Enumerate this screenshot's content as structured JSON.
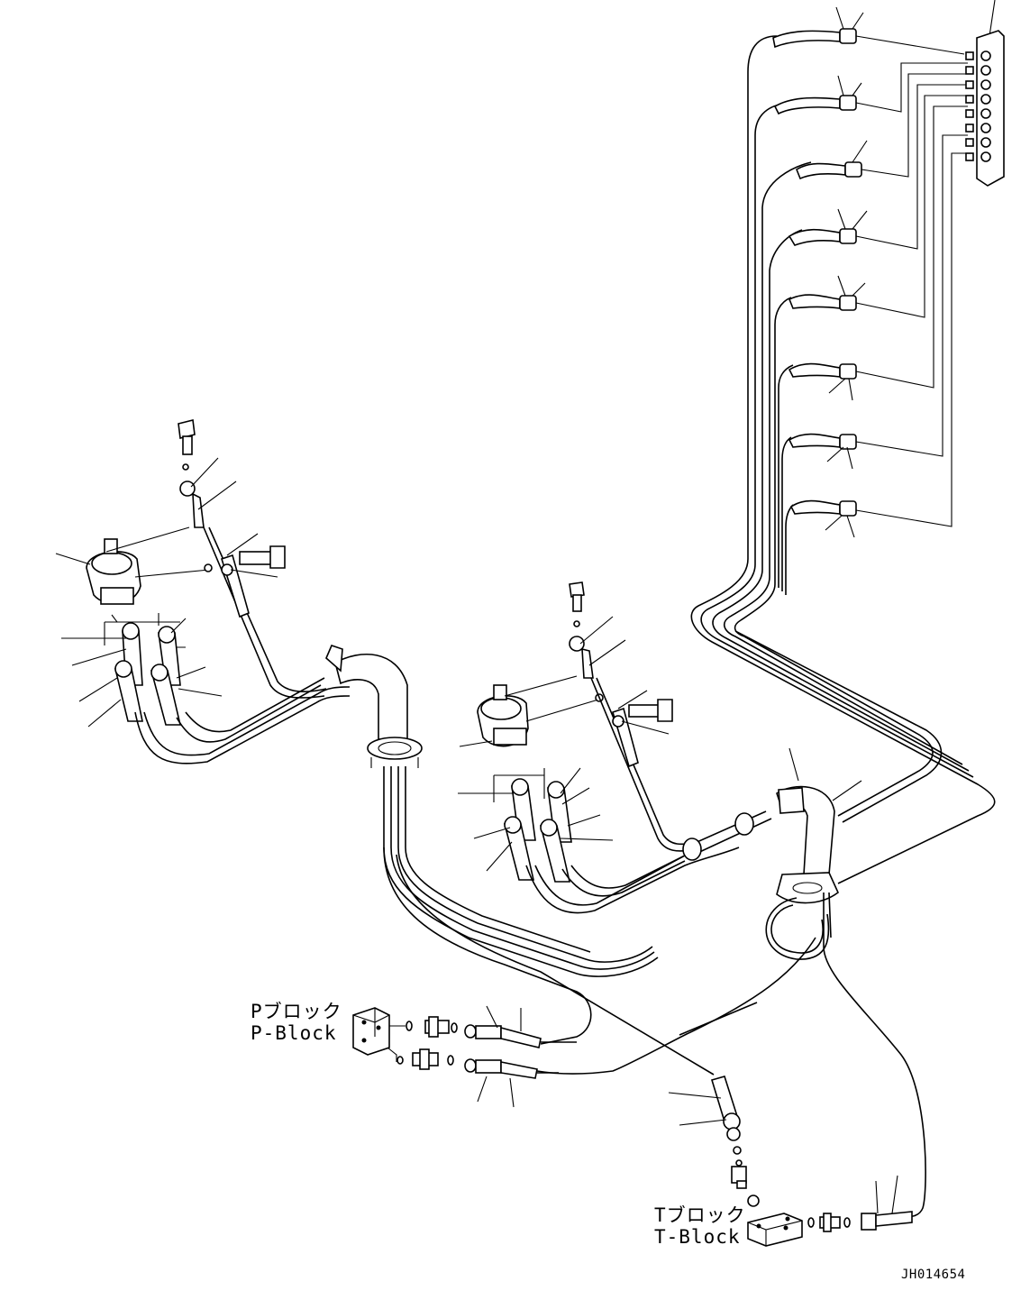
{
  "labels": {
    "p_block_jp": "Pブロック",
    "p_block_en": "P-Block",
    "t_block_jp": "Tブロック",
    "t_block_en": "T-Block",
    "drawing_code": "JH014654"
  },
  "icons": [
    "ppc-valve-left-icon",
    "ppc-valve-center-icon",
    "multi-connector-block-icon",
    "p-block-icon",
    "t-block-icon",
    "clamp-icon",
    "grommet-icon",
    "bolt-icon",
    "hose-fitting-icon"
  ]
}
